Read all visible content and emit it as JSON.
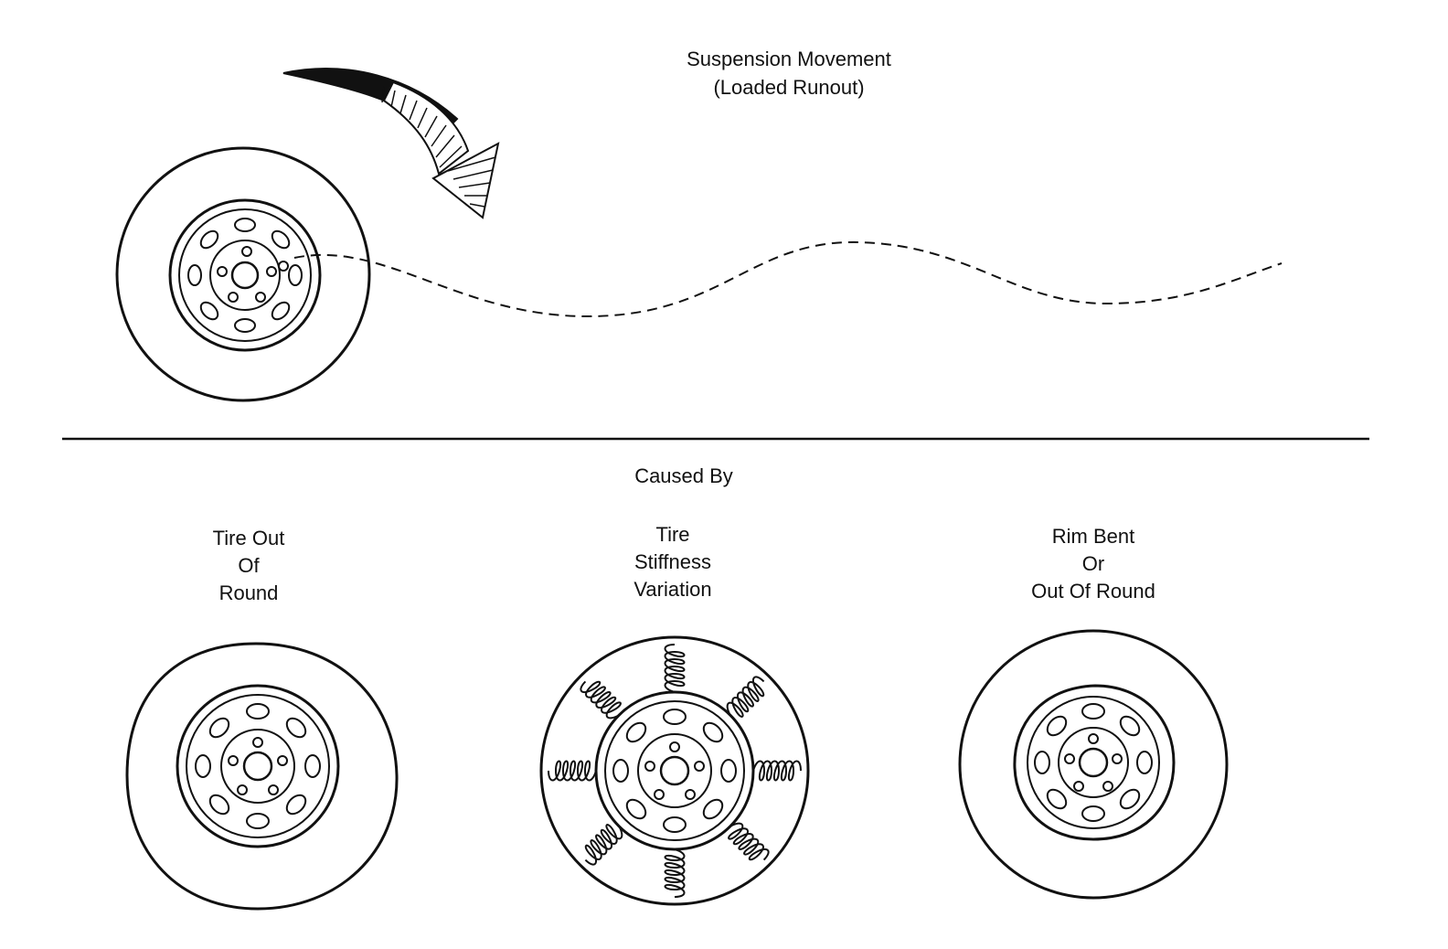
{
  "top": {
    "title_line1": "Suspension Movement",
    "title_line2": "(Loaded Runout)"
  },
  "divider_caption": "Caused By",
  "causes": [
    {
      "line1": "Tire Out",
      "line2": "Of",
      "line3": "Round"
    },
    {
      "line1": "Tire",
      "line2": "Stiffness",
      "line3": "Variation"
    },
    {
      "line1": "Rim Bent",
      "line2": "Or",
      "line3": "Out Of Round"
    }
  ],
  "colors": {
    "ink": "#111111",
    "background": "#ffffff"
  }
}
